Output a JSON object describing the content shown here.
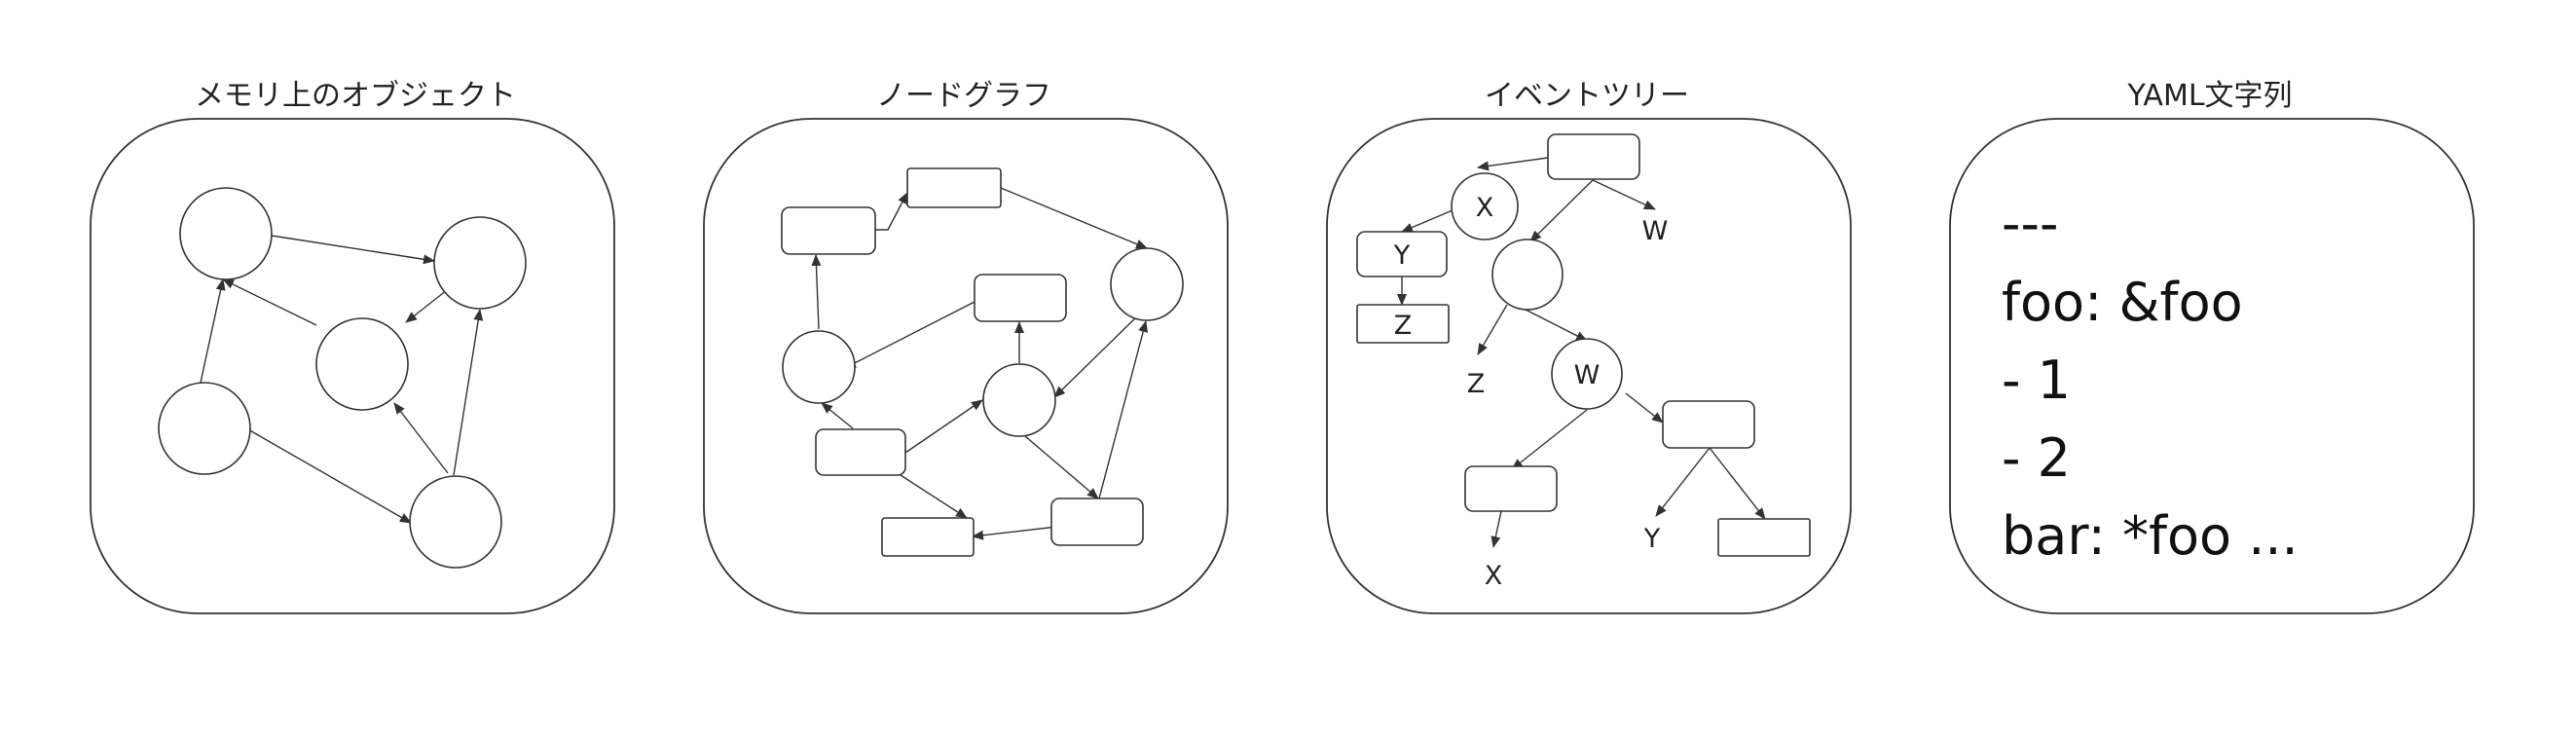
{
  "panels": [
    {
      "title": "メモリ上のオブジェクト"
    },
    {
      "title": "ノードグラフ"
    },
    {
      "title": "イベントツリー"
    },
    {
      "title": "YAML文字列"
    }
  ],
  "event_tree": {
    "labels": [
      "X",
      "W",
      "Y",
      "Z",
      "Z",
      "W",
      "X",
      "Y"
    ]
  },
  "yaml_lines": [
    "---",
    "foo: &foo",
    "- 1",
    "- 2",
    "bar: *foo ..."
  ],
  "colors": {
    "stroke": "#333333",
    "background": "#ffffff"
  }
}
